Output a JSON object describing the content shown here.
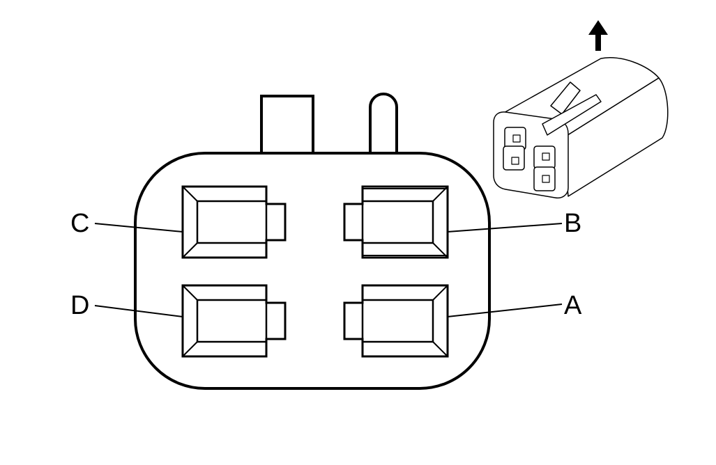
{
  "pins": [
    {
      "id": "a",
      "label": "A"
    },
    {
      "id": "b",
      "label": "B"
    },
    {
      "id": "c",
      "label": "C"
    },
    {
      "id": "d",
      "label": "D"
    }
  ],
  "colors": {
    "line": "#000000",
    "background": "#ffffff"
  },
  "icons": {
    "direction": "up-arrow-icon",
    "view": "connector-3d-view-icon"
  }
}
